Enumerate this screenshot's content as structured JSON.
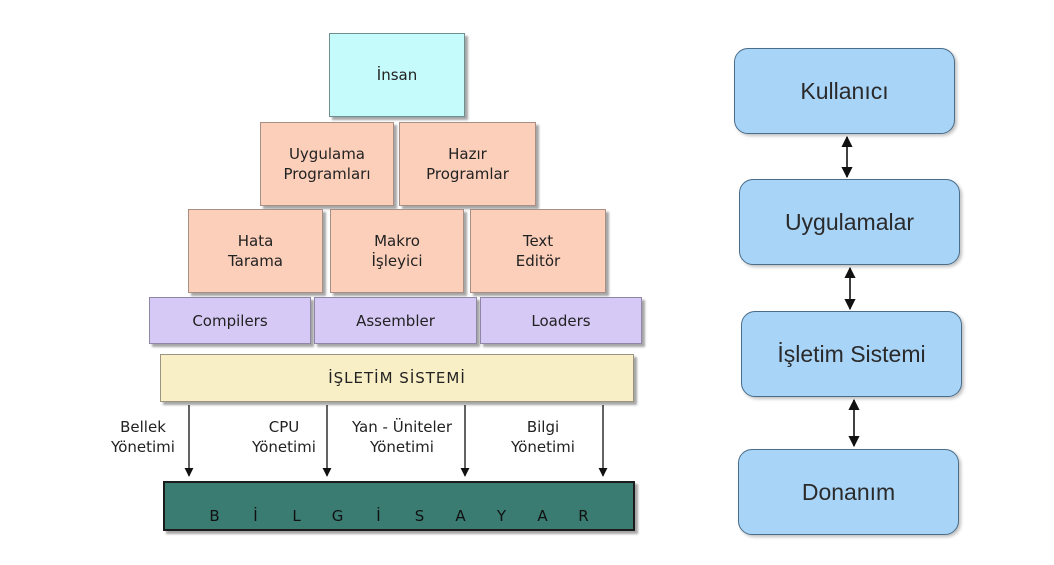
{
  "pyramid": {
    "top": "İnsan",
    "applications": [
      "Uygulama\nProgramları",
      "Hazır\nProgramlar"
    ],
    "utilities": [
      "Hata\nTarama",
      "Makro\nİşleyici",
      "Text\nEditör"
    ],
    "system_tools": [
      "Compilers",
      "Assembler",
      "Loaders"
    ],
    "os": "İŞLETİM SİSTEMİ",
    "management": [
      "Bellek\nYönetimi",
      "CPU\nYönetimi",
      "Yan - Üniteler\nYönetimi",
      "Bilgi\nYönetimi"
    ],
    "hardware_letters": [
      "B",
      "İ",
      "L",
      "G",
      "İ",
      "S",
      "A",
      "Y",
      "A",
      "R"
    ]
  },
  "layers": {
    "items": [
      "Kullanıcı",
      "Uygulamalar",
      "İşletim Sistemi",
      "Donanım"
    ]
  },
  "colors": {
    "human": "#c6fbfb",
    "application": "#fbcfba",
    "tool": "#d7c9f5",
    "os": "#f9efc6",
    "hardware": "#3a7b72",
    "layer_box": "#a8d4f8"
  }
}
